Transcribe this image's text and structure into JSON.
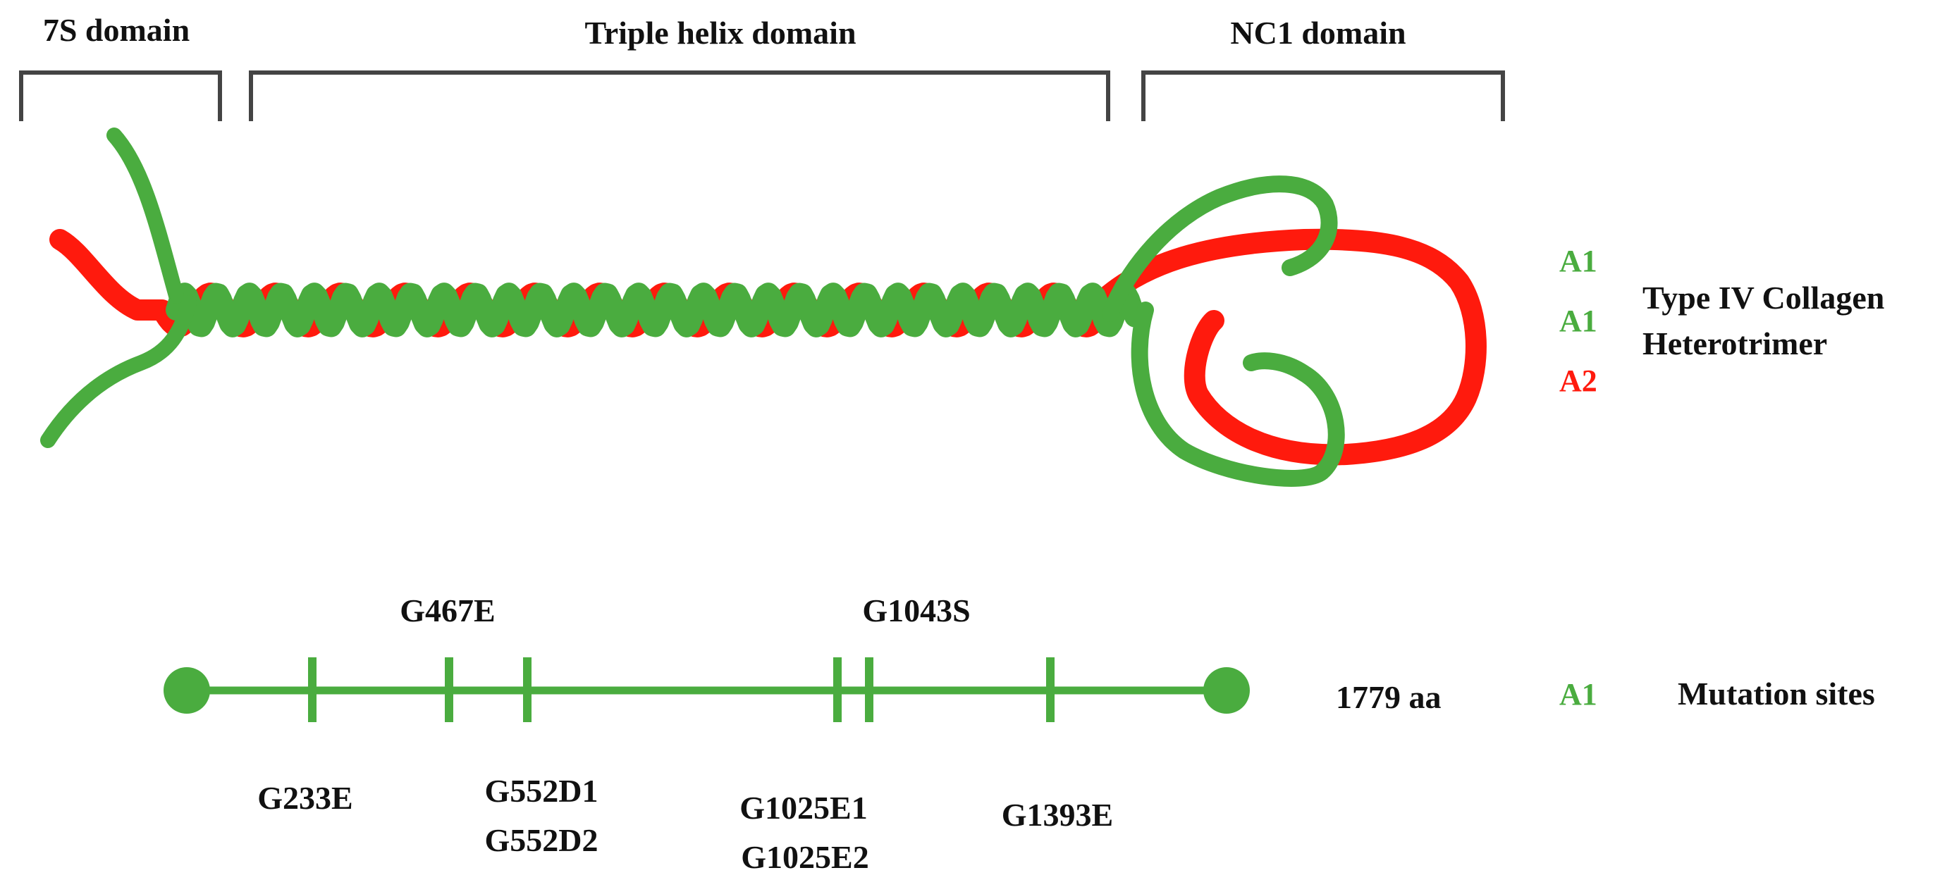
{
  "domains": {
    "s7": "7S domain",
    "triple": "Triple helix domain",
    "nc1": "NC1 domain"
  },
  "colors": {
    "green": "#4aac3f",
    "red": "#ff1a0d",
    "bracket": "#444444",
    "text": "#111111"
  },
  "chains": {
    "first": "A1",
    "second": "A1",
    "third": "A2"
  },
  "heterotrimer": {
    "line1": "Type IV Collagen",
    "line2": "Heterotrimer"
  },
  "protein": {
    "length_label": "1779 aa",
    "chain_label": "A1",
    "title": "Mutation sites"
  },
  "mutations": {
    "top": {
      "g467e": "G467E",
      "g1043s": "G1043S"
    },
    "bottom": {
      "g233e": "G233E",
      "g552d1": "G552D1",
      "g552d2": "G552D2",
      "g1025e1": "G1025E1",
      "g1025e2": "G1025E2",
      "g1393e": "G1393E"
    }
  }
}
